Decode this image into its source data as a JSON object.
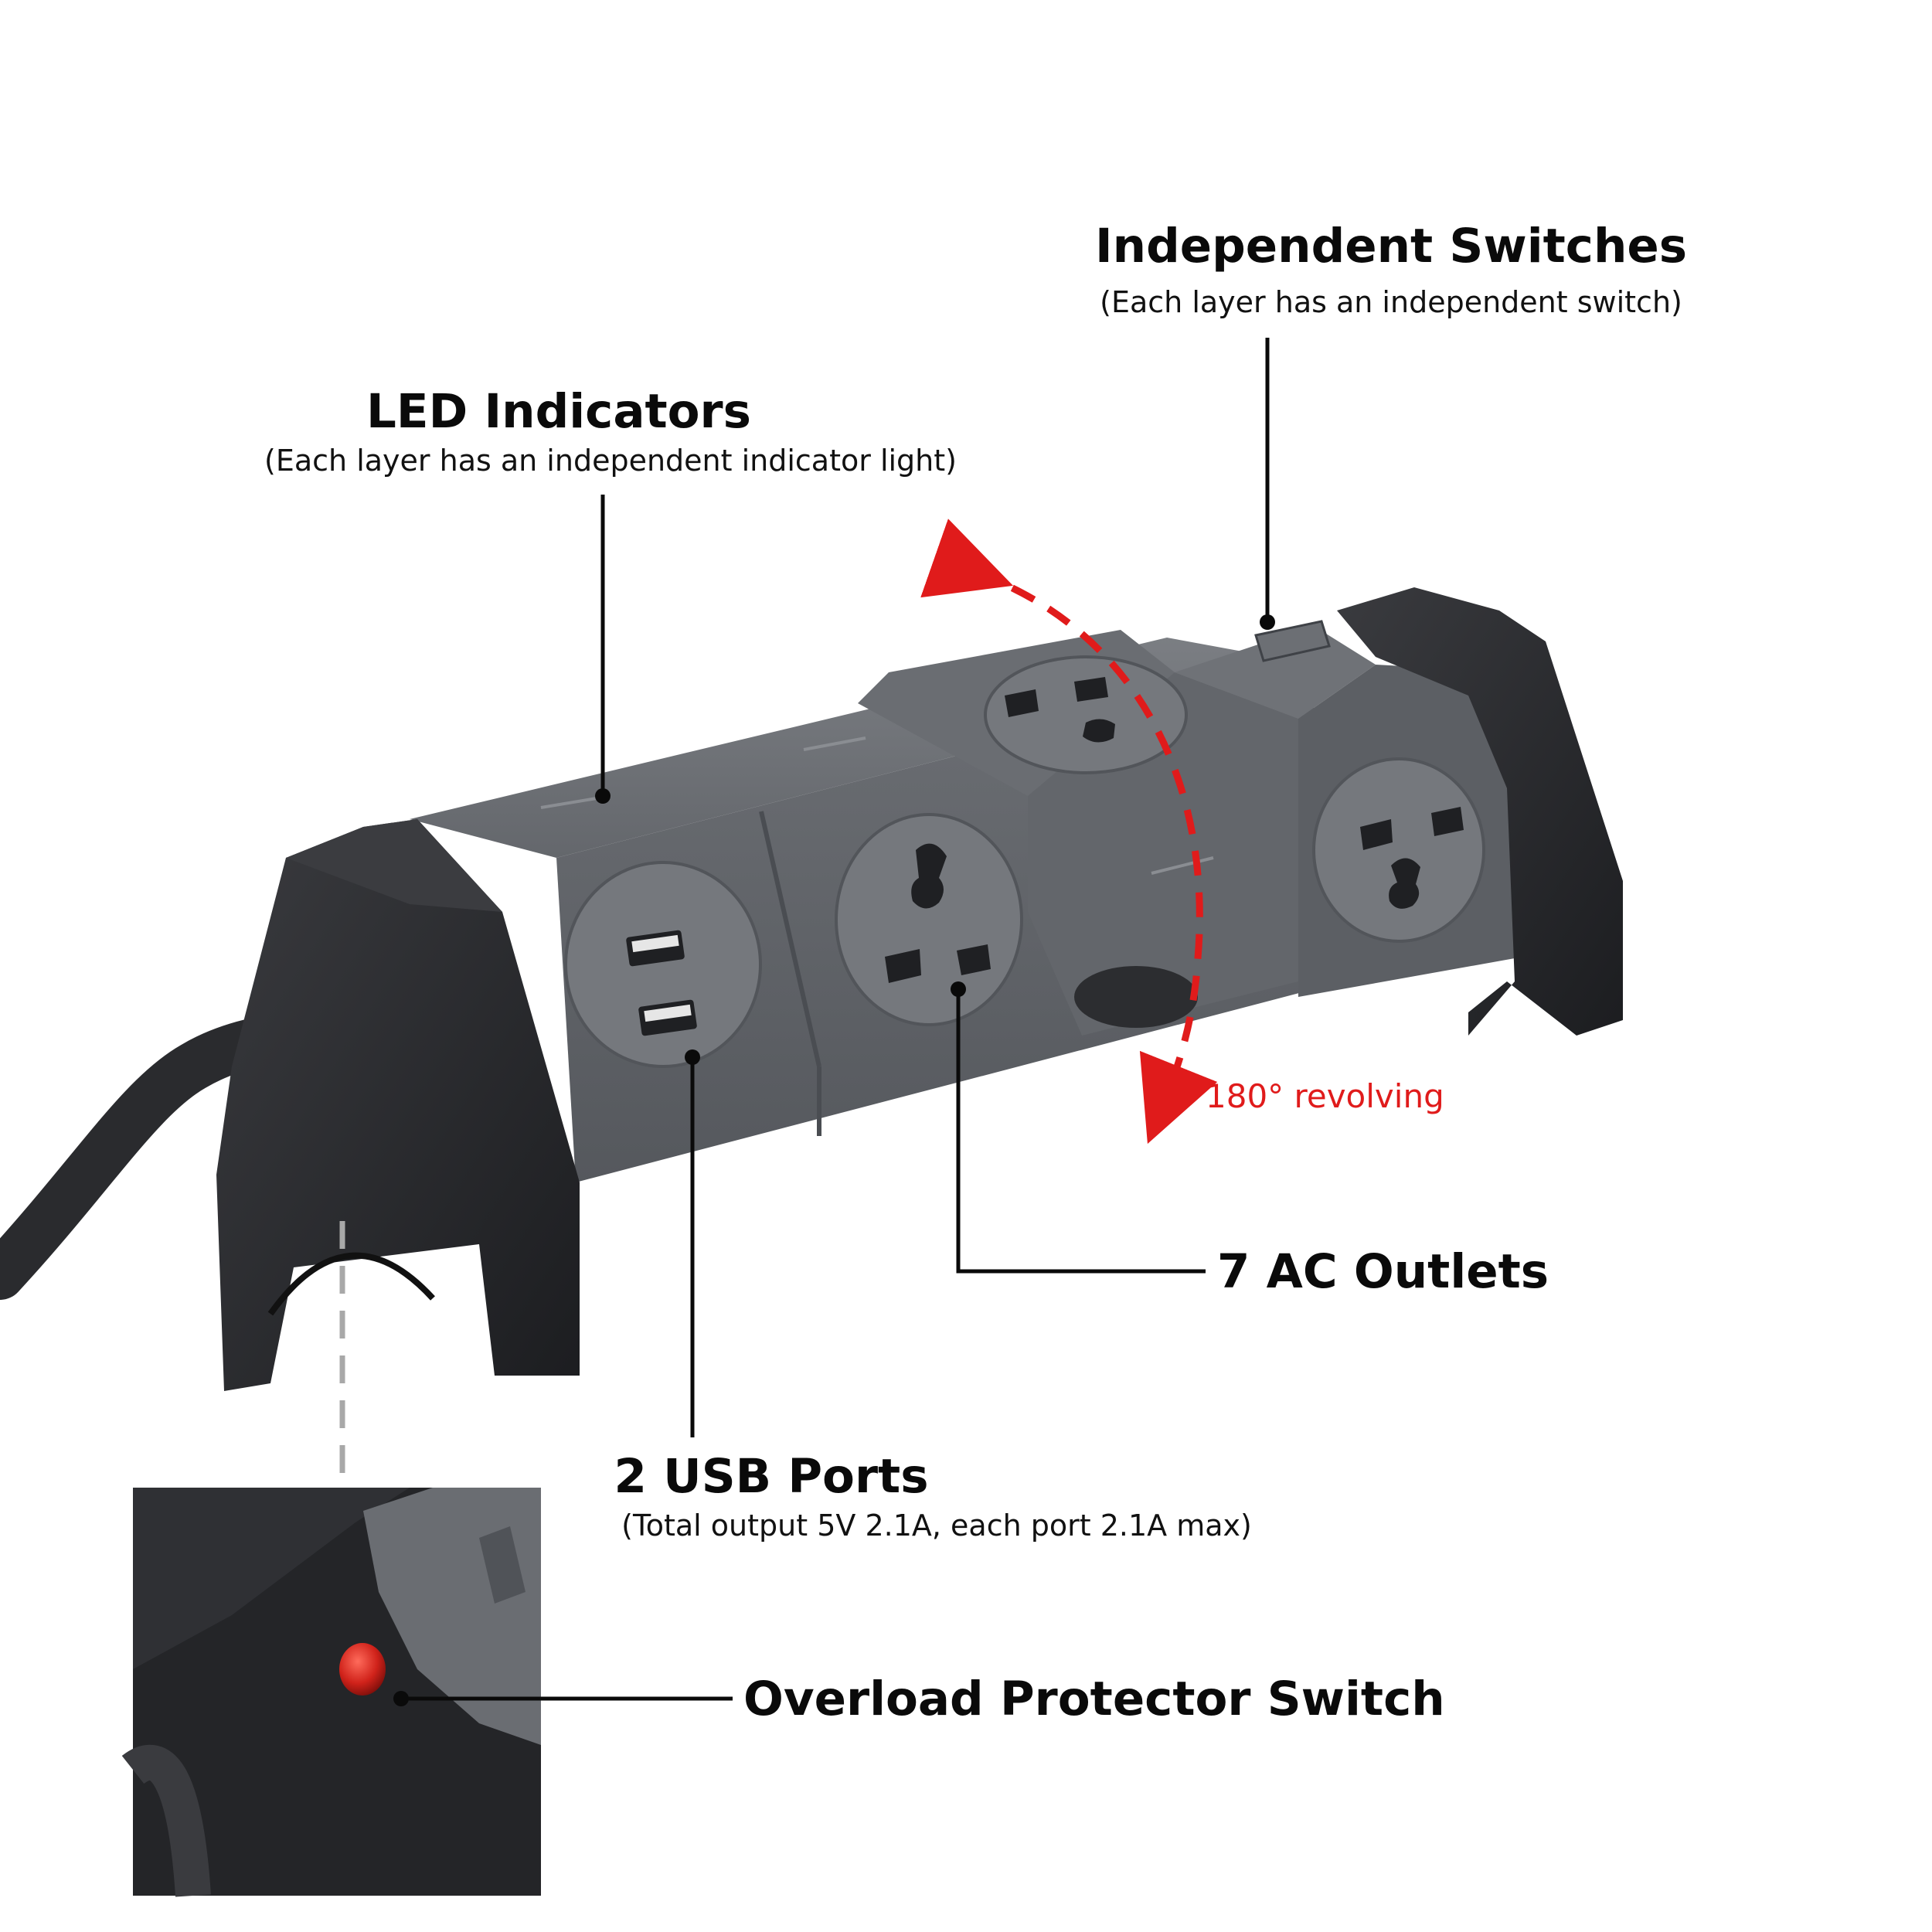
{
  "callouts": {
    "switches": {
      "title": "Independent Switches",
      "subtitle": "(Each layer has an independent switch)"
    },
    "led": {
      "title": "LED Indicators",
      "subtitle": "(Each layer has an independent indicator light)"
    },
    "revolving": {
      "text": "180° revolving"
    },
    "ac_outlets": {
      "title": "7 AC Outlets"
    },
    "usb": {
      "title": "2 USB Ports",
      "subtitle": "(Total output 5V 2.1A, each port 2.1A max)"
    },
    "overload": {
      "title": "Overload Protector Switch"
    }
  },
  "colors": {
    "body_gray": "#5f6267",
    "body_gray_light": "#72757a",
    "end_cap_black": "#232427",
    "cable_black": "#2a2b2e",
    "accent_red": "#e01b1b",
    "leader_line": "#0a0a0a",
    "dashed_guide": "#a8a8a8"
  }
}
